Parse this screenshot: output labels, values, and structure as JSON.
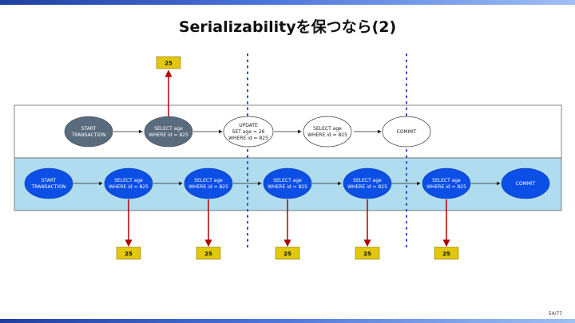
{
  "slide": {
    "title": "Serializabilityを保つなら(2)",
    "page": "54/77"
  },
  "diagram": {
    "top_lane": {
      "nodes": [
        {
          "lines": [
            "START",
            "TRANSACTION"
          ]
        },
        {
          "lines": [
            "SELECT age",
            "WHERE id = 825"
          ]
        },
        {
          "lines": [
            "UPDATE",
            "SET age = 26",
            "WHERE id = 825"
          ]
        },
        {
          "lines": [
            "SELECT age",
            "WHERE id = 825"
          ]
        },
        {
          "lines": [
            "COMMIT"
          ]
        }
      ],
      "result_value": "25"
    },
    "bottom_lane": {
      "nodes": [
        {
          "lines": [
            "START",
            "TRANSACTION"
          ]
        },
        {
          "lines": [
            "SELECT age",
            "WHERE id = 825"
          ]
        },
        {
          "lines": [
            "SELECT age",
            "WHERE id = 825"
          ]
        },
        {
          "lines": [
            "SELECT age",
            "WHERE id = 825"
          ]
        },
        {
          "lines": [
            "SELECT age",
            "WHERE id = 825"
          ]
        },
        {
          "lines": [
            "SELECT age",
            "WHERE id = 825"
          ]
        },
        {
          "lines": [
            "COMMIT"
          ]
        }
      ],
      "result_values": [
        "25",
        "25",
        "25",
        "25",
        "25"
      ]
    },
    "colors": {
      "top_lane_bg": "#ffffff",
      "bottom_lane_bg": "#b0dcef",
      "dark_gray_node": "#5a6b7d",
      "blue_node": "#0b4fe6",
      "arrow_red": "#b30000",
      "value_box": "#e2c80c",
      "dotted_line": "#2449b8"
    }
  }
}
